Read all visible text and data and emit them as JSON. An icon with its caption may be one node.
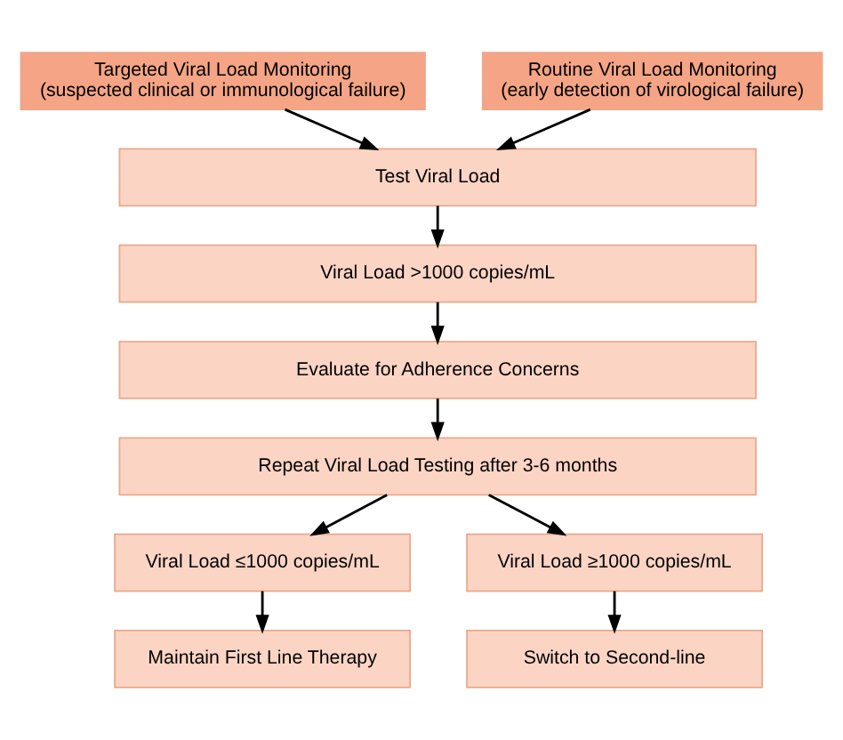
{
  "diagram": {
    "nodes": [
      {
        "text": [
          "Targeted Viral Load Monitoring",
          "(suspected clinical or immunological failure)"
        ]
      },
      {
        "text": [
          "Routine Viral Load Monitoring",
          "(early detection of virological failure)"
        ]
      },
      {
        "text": [
          "Test Viral Load"
        ]
      },
      {
        "text": [
          "Viral Load >1000 copies/mL"
        ]
      },
      {
        "text": [
          "Evaluate for Adherence Concerns"
        ]
      },
      {
        "text": [
          "Repeat Viral Load Testing after 3-6 months"
        ]
      },
      {
        "text": [
          "Viral Load ≤1000 copies/mL"
        ]
      },
      {
        "text": [
          "Viral Load ≥1000 copies/mL"
        ]
      },
      {
        "text": [
          "Maintain First Line Therapy"
        ]
      },
      {
        "text": [
          "Switch to Second-line"
        ]
      }
    ],
    "edges": [
      {
        "from": 0,
        "to": 2,
        "arrow": "to"
      },
      {
        "from": 1,
        "to": 2,
        "arrow": "to"
      },
      {
        "from": 2,
        "to": 3,
        "arrow": "to"
      },
      {
        "from": 3,
        "to": 4,
        "arrow": "to"
      },
      {
        "from": 4,
        "to": 5,
        "arrow": "to"
      },
      {
        "from": 5,
        "to": 6,
        "arrow": "to"
      },
      {
        "from": 5,
        "to": 7,
        "arrow": "to"
      },
      {
        "from": 6,
        "to": 8,
        "arrow": "to"
      },
      {
        "from": 7,
        "to": 9,
        "arrow": "to"
      }
    ]
  }
}
